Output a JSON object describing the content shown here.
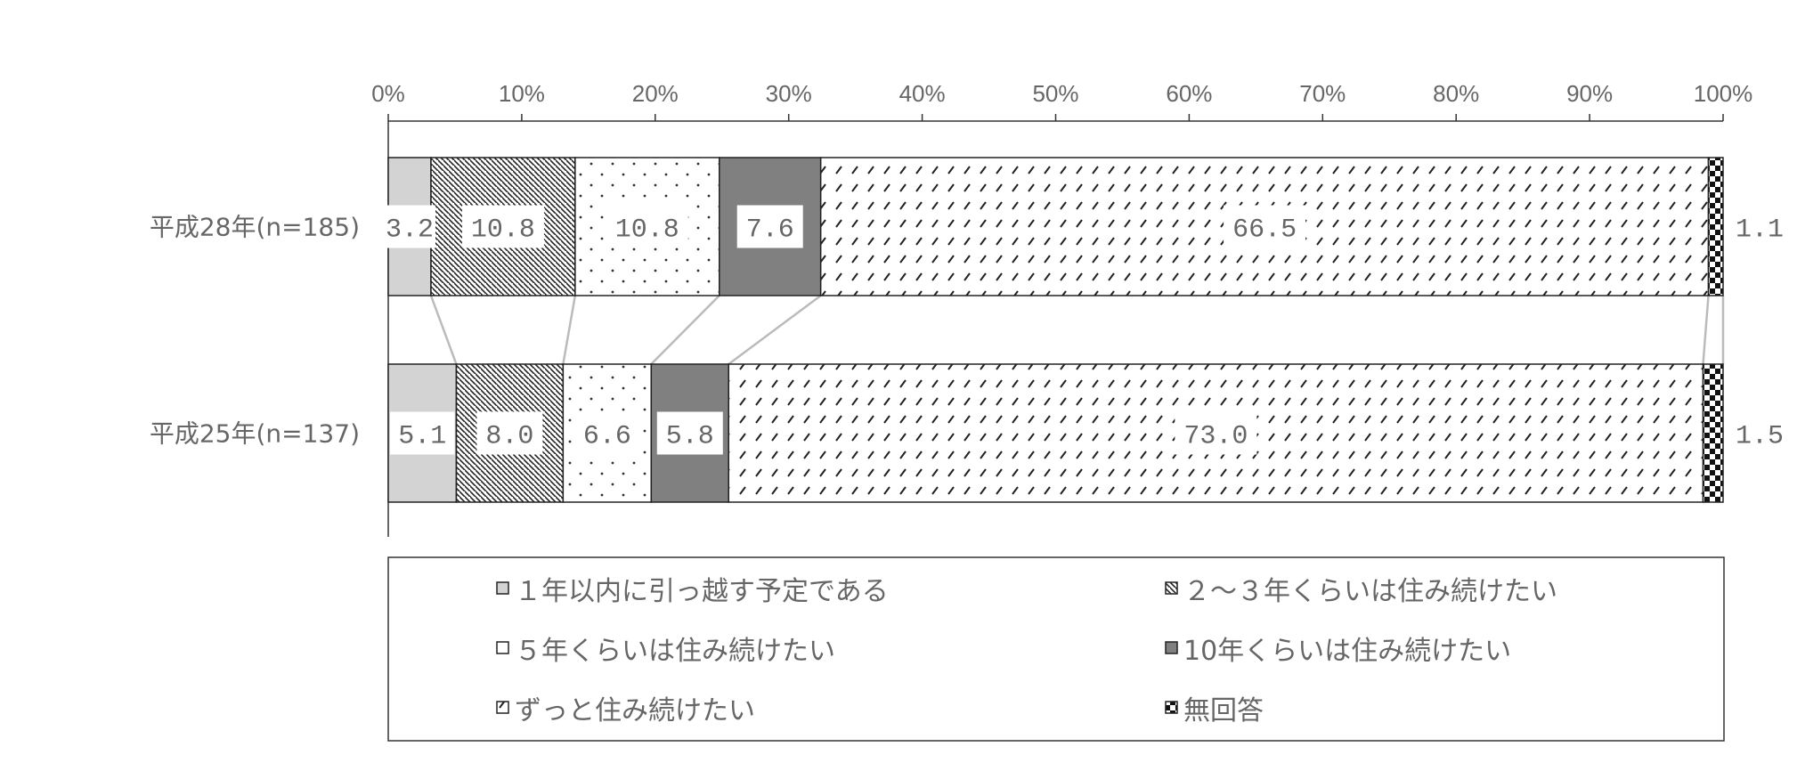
{
  "chart_data": {
    "type": "bar",
    "stacked": true,
    "orientation": "horizontal",
    "xlim": [
      0,
      100
    ],
    "xticks": [
      "0%",
      "10%",
      "20%",
      "30%",
      "40%",
      "50%",
      "60%",
      "70%",
      "80%",
      "90%",
      "100%"
    ],
    "categories": [
      "平成28年(n=185)",
      "平成25年(n=137)"
    ],
    "series": [
      {
        "name": "１年以内に引っ越す予定である",
        "values": [
          3.2,
          5.1
        ],
        "labels": [
          "3.2",
          "5.1"
        ],
        "pattern": "light-gray"
      },
      {
        "name": "２～３年くらいは住み続けたい",
        "values": [
          10.8,
          8.0
        ],
        "labels": [
          "10.8",
          "8.0"
        ],
        "pattern": "dense-diagonal"
      },
      {
        "name": "５年くらいは住み続けたい",
        "values": [
          10.8,
          6.6
        ],
        "labels": [
          "10.8",
          "6.6"
        ],
        "pattern": "sparse-dots"
      },
      {
        "name": "10年くらいは住み続けたい",
        "values": [
          7.6,
          5.8
        ],
        "labels": [
          "7.6",
          "5.8"
        ],
        "pattern": "dark-gray"
      },
      {
        "name": "ずっと住み続けたい",
        "values": [
          66.5,
          73.0
        ],
        "labels": [
          "66.5",
          "73.0"
        ],
        "pattern": "dashes"
      },
      {
        "name": "無回答",
        "values": [
          1.1,
          1.5
        ],
        "labels": [
          "1.1",
          "1.5"
        ],
        "pattern": "checker"
      }
    ],
    "connector_lines": true,
    "legend_position": "bottom",
    "grid": false
  },
  "colors": {
    "text": "#666666",
    "axis": "#333333",
    "bar_outline": "#222222",
    "light_gray": "#d3d3d3",
    "dark_gray": "#808080",
    "connector": "#bbbbbb"
  }
}
